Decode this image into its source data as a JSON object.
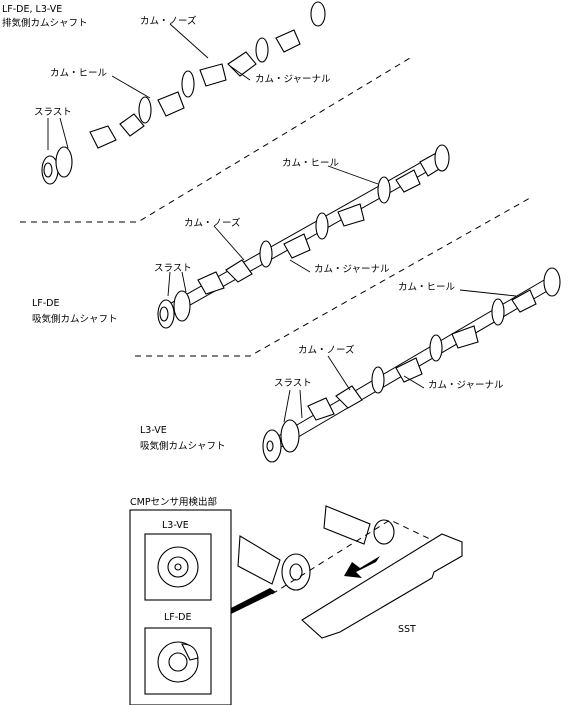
{
  "exhaust_cam": {
    "title_line1": "LF-DE, L3-VE",
    "title_line2": "排気側カムシャフト",
    "label_nose": "カム・ノーズ",
    "label_heel": "カム・ヒール",
    "label_journal": "カム・ジャーナル",
    "label_thrust": "スラスト"
  },
  "lfde_intake_cam": {
    "title_line1": "LF-DE",
    "title_line2": "吸気側カムシャフト",
    "label_heel": "カム・ヒール",
    "label_nose": "カム・ノーズ",
    "label_thrust": "スラスト",
    "label_journal": "カム・ジャーナル"
  },
  "l3ve_intake_cam": {
    "title_line1": "L3-VE",
    "title_line2": "吸気側カムシャフト",
    "label_heel": "カム・ヒール",
    "label_nose": "カム・ノーズ",
    "label_thrust": "スラスト",
    "label_journal": "カム・ジャーナル"
  },
  "cmp_detail": {
    "title": "CMPセンサ用検出部",
    "panel_top_label": "L3-VE",
    "panel_bottom_label": "LF-DE",
    "tool_label": "SST"
  }
}
